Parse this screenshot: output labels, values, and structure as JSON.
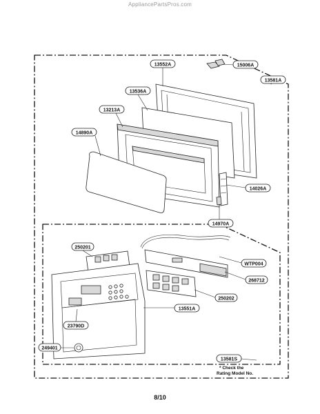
{
  "watermark": "AppliancePartsPros.com",
  "page_number": "8/10",
  "callouts": {
    "c15006A": "15006A",
    "c13552A": "13552A",
    "c13581A": "13581A",
    "c13536A": "13536A",
    "c13213A": "13213A",
    "c14890A": "14890A",
    "c14026A": "14026A",
    "c14970A": "14970A",
    "c250201": "250201",
    "cWTP004": "WTP004",
    "c268712": "268712",
    "c250202": "250202",
    "c13551A": "13551A",
    "c23790D": "23790D",
    "c249401": "249401",
    "c13581S": "13581S"
  },
  "note": {
    "line1": "* Check the",
    "line2": "Rating Model No."
  }
}
